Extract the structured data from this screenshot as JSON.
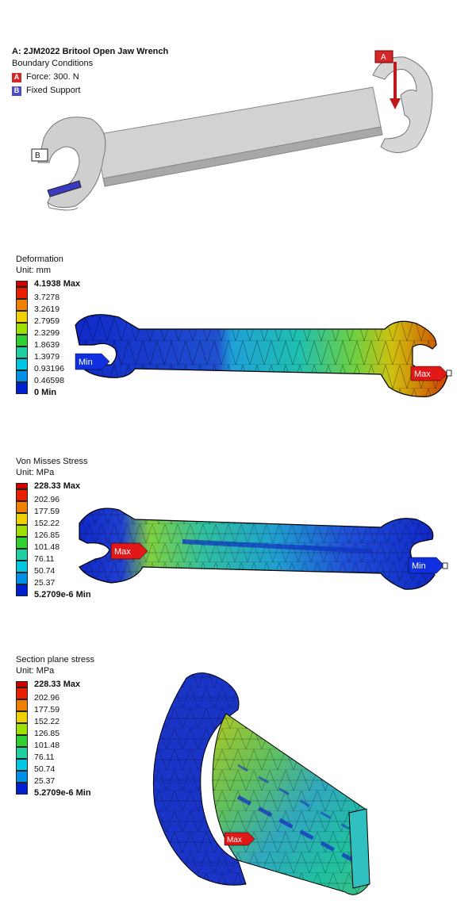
{
  "bc": {
    "title": "A: 2JM2022 Britool Open Jaw Wrench",
    "subtitle": "Boundary Conditions",
    "items": [
      {
        "key": "A",
        "label": "Force: 300. N",
        "color": "#d62728"
      },
      {
        "key": "B",
        "label": "Fixed Support",
        "color": "#4b4bc8"
      }
    ],
    "tag_a": "A",
    "tag_b": "B"
  },
  "deformation": {
    "title": "Deformation",
    "unit": "Unit: mm",
    "labels": [
      "4.1938 Max",
      "3.7278",
      "3.2619",
      "2.7959",
      "2.3299",
      "1.8639",
      "1.3979",
      "0.93196",
      "0.46598",
      "0 Min"
    ],
    "min_tag": "Min",
    "max_tag": "Max"
  },
  "vonmises": {
    "title": "Von Misses Stress",
    "unit": "Unit: MPa",
    "labels": [
      "228.33 Max",
      "202.96",
      "177.59",
      "152.22",
      "126.85",
      "101.48",
      "76.11",
      "50.74",
      "25.37",
      "5.2709e-6 Min"
    ],
    "min_tag": "Min",
    "max_tag": "Max"
  },
  "section": {
    "title": "Section plane stress",
    "unit": "Unit: MPa",
    "labels": [
      "228.33 Max",
      "202.96",
      "177.59",
      "152.22",
      "126.85",
      "101.48",
      "76.11",
      "50.74",
      "25.37",
      "5.2709e-6 Min"
    ],
    "max_tag": "Max"
  },
  "colors": {
    "contour": [
      "#d00000",
      "#f06000",
      "#f0b000",
      "#e8e800",
      "#a0e000",
      "#30d030",
      "#20d0a0",
      "#00c8e0",
      "#0090e8",
      "#0020d0"
    ],
    "body": "#c8c8c8"
  }
}
